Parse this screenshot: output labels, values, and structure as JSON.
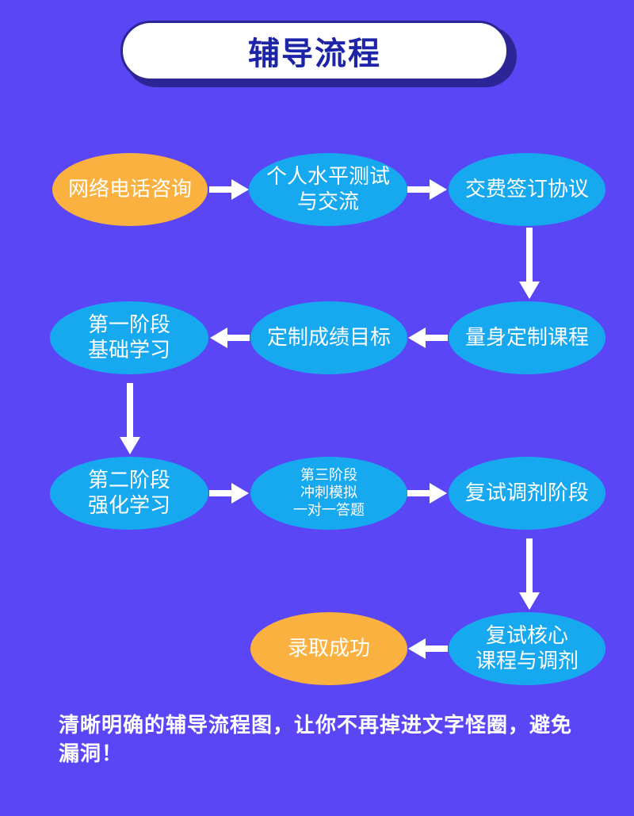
{
  "title": "辅导流程",
  "nodes": {
    "consult": "网络电话咨询",
    "test": "个人水平测试\n与交流",
    "agreement": "交费签订协议",
    "custom_course": "量身定制课程",
    "goal": "定制成绩目标",
    "stage1": "第一阶段\n基础学习",
    "stage2": "第二阶段\n强化学习",
    "stage3": "第三阶段\n冲刺模拟\n一对一答题",
    "retest": "复试调剂阶段",
    "retest_core": "复试核心\n课程与调剂",
    "admitted": "录取成功"
  },
  "footer": "清晰明确的辅导流程图，让你不再掉进文字怪圈，避免漏洞！",
  "colors": {
    "background": "#5b46f5",
    "node_blue": "#17a9ef",
    "node_orange": "#fbb140",
    "title_text": "#1e24a8"
  }
}
